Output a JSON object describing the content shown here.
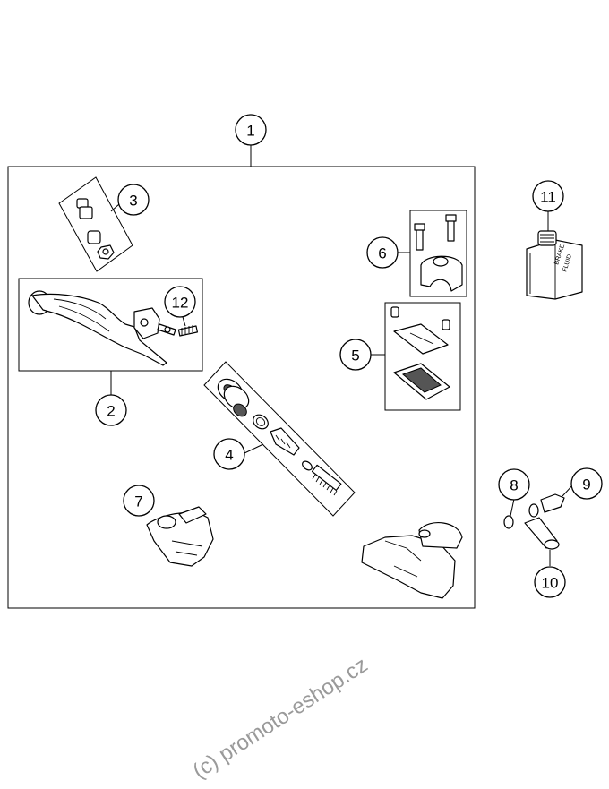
{
  "callouts": [
    "1",
    "2",
    "3",
    "4",
    "5",
    "6",
    "7",
    "8",
    "9",
    "10",
    "11",
    "12"
  ],
  "bottle_label_line1": "BRAKE",
  "bottle_label_line2": "FLUID",
  "watermark": "(c) promoto-eshop.cz"
}
